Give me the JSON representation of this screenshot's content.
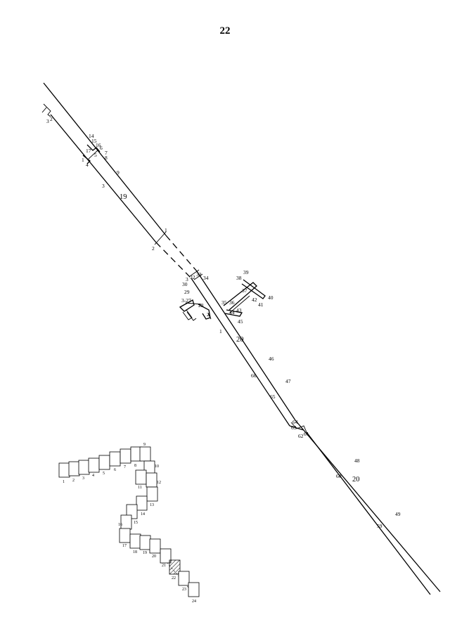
{
  "page": {
    "number": "22"
  },
  "diagram": {
    "labels": {
      "upper": [
        "3",
        "2",
        "14",
        "15",
        "16",
        "6",
        "17",
        "5",
        "7",
        "8",
        "1",
        "4",
        "9",
        "3",
        "19",
        "1",
        "2"
      ],
      "middle": [
        "33",
        "34",
        "3",
        "32",
        "30",
        "29",
        "3-27",
        "28",
        "2",
        "1",
        "20",
        "39",
        "38",
        "40",
        "37",
        "42",
        "41",
        "35",
        "36",
        "44",
        "43",
        "45"
      ],
      "lower": [
        "46",
        "47",
        "66",
        "65",
        "64",
        "63",
        "62",
        "61",
        "48",
        "60",
        "20",
        "49",
        "59"
      ]
    }
  },
  "index": {
    "sheets": [
      "1",
      "2",
      "3",
      "4",
      "5",
      "6",
      "7",
      "8",
      "9",
      "10",
      "11",
      "12",
      "13",
      "14",
      "15",
      "16",
      "17",
      "18",
      "19",
      "20",
      "21",
      "22",
      "23",
      "24"
    ],
    "highlighted": "22"
  }
}
